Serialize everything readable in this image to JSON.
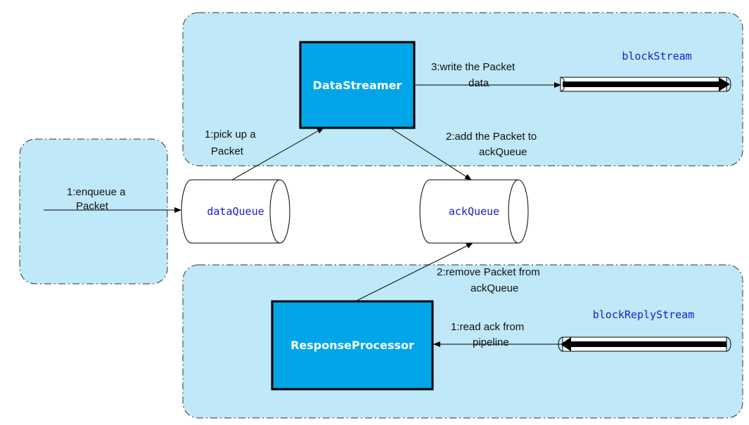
{
  "processes": {
    "data_streamer": "DataStreamer",
    "response_processor": "ResponseProcessor"
  },
  "queues": {
    "data_queue": "dataQueue",
    "ack_queue": "ackQueue"
  },
  "streams": {
    "block_stream": "blockStream",
    "block_reply_stream": "blockReplyStream"
  },
  "labels": {
    "enqueue": [
      "1:enqueue a",
      "Packet"
    ],
    "pick_up": [
      "1:pick up a",
      "Packet"
    ],
    "write_packet": [
      "3:write the Packet",
      "data"
    ],
    "add_packet": [
      "2:add the Packet to",
      "ackQueue"
    ],
    "remove_packet": [
      "2:remove Packet from",
      "ackQueue"
    ],
    "read_ack": [
      "1:read ack from",
      "pipeline"
    ]
  },
  "colors": {
    "region_fill": "#bfe8f8",
    "process_fill": "#00a6e8",
    "code_text": "#1a1acc"
  }
}
